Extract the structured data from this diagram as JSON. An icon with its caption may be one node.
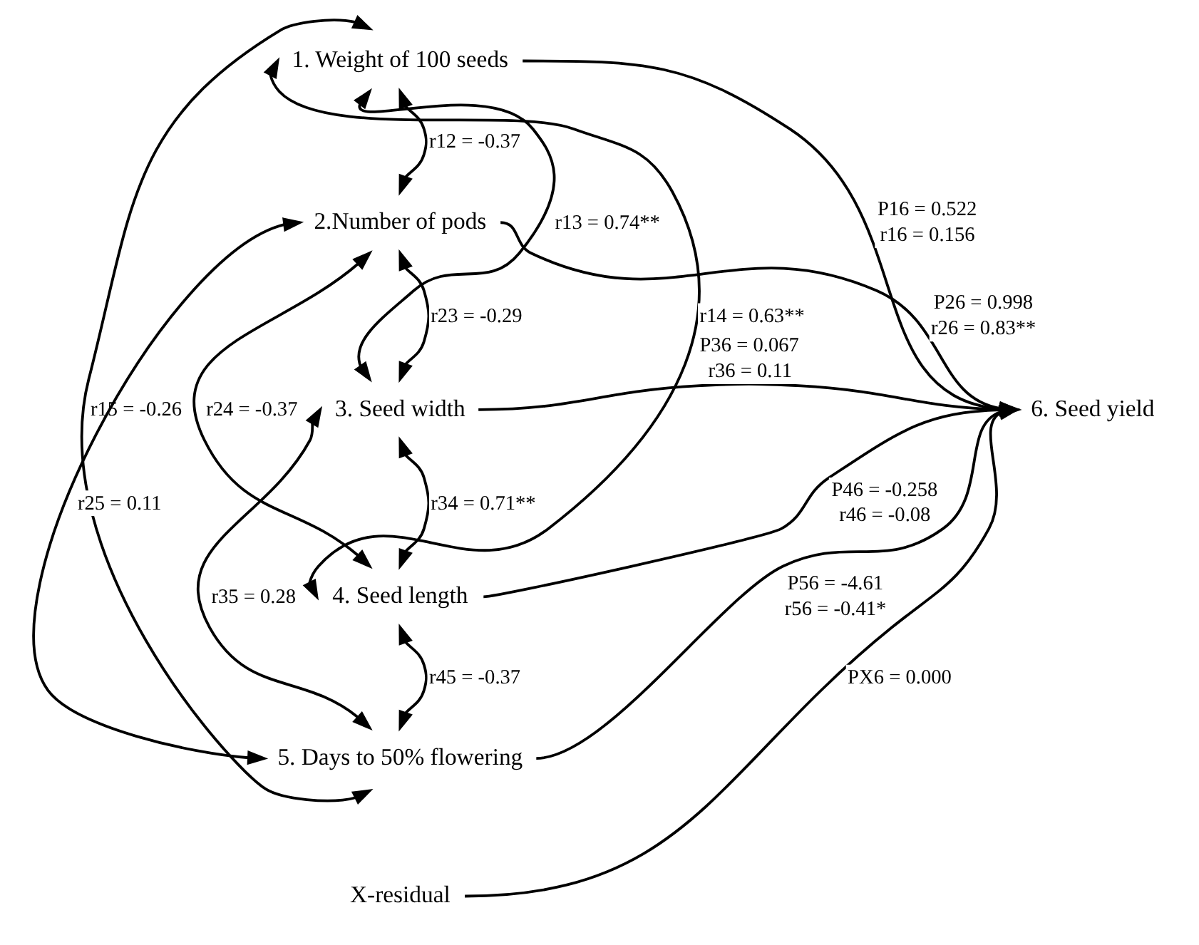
{
  "diagram": {
    "nodes": [
      {
        "text": [
          "1. Weight of 100 seeds"
        ]
      },
      {
        "text": [
          "2.Number of pods"
        ]
      },
      {
        "text": [
          "3. Seed width"
        ]
      },
      {
        "text": [
          "4. Seed length"
        ]
      },
      {
        "text": [
          "5. Days to 50% flowering"
        ]
      },
      {
        "text": [
          "6. Seed yield"
        ]
      },
      {
        "text": [
          "X-residual"
        ]
      }
    ],
    "edges": [
      {
        "from": 0,
        "to": 5,
        "arrow": "to",
        "label": [
          "P16 = 0.522",
          "r16 = 0.156"
        ]
      },
      {
        "from": 1,
        "to": 5,
        "arrow": "to",
        "label": [
          "P26 = 0.998",
          "r26 = 0.83**"
        ]
      },
      {
        "from": 2,
        "to": 5,
        "arrow": "to",
        "label": [
          "P36 = 0.067",
          "r36 = 0.11"
        ]
      },
      {
        "from": 3,
        "to": 5,
        "arrow": "to",
        "label": [
          "P46 = -0.258",
          "r46 = -0.08"
        ]
      },
      {
        "from": 4,
        "to": 5,
        "arrow": "to",
        "label": [
          "P56 = -4.61",
          "r56 = -0.41*"
        ]
      },
      {
        "from": 6,
        "to": 5,
        "arrow": "to",
        "label": [
          "PX6 = 0.000"
        ]
      },
      {
        "from": 0,
        "to": 1,
        "arrow": "both",
        "label": [
          "r12 = -0.37"
        ]
      },
      {
        "from": 1,
        "to": 2,
        "arrow": "both",
        "label": [
          "r23 = -0.29"
        ]
      },
      {
        "from": 2,
        "to": 3,
        "arrow": "both",
        "label": [
          "r34 = 0.71**"
        ]
      },
      {
        "from": 3,
        "to": 4,
        "arrow": "both",
        "label": [
          "r45 = -0.37"
        ]
      },
      {
        "from": 0,
        "to": 2,
        "arrow": "both",
        "label": [
          "r13 = 0.74**"
        ]
      },
      {
        "from": 0,
        "to": 3,
        "arrow": "both",
        "label": [
          "r14 = 0.63**"
        ]
      },
      {
        "from": 0,
        "to": 4,
        "arrow": "both",
        "label": [
          "r15 = -0.26"
        ]
      },
      {
        "from": 1,
        "to": 3,
        "arrow": "both",
        "label": [
          "r24 = -0.37"
        ]
      },
      {
        "from": 1,
        "to": 4,
        "arrow": "both",
        "label": [
          "r25 = 0.11"
        ]
      },
      {
        "from": 2,
        "to": 4,
        "arrow": "both",
        "label": [
          "r35 = 0.28"
        ]
      }
    ]
  }
}
